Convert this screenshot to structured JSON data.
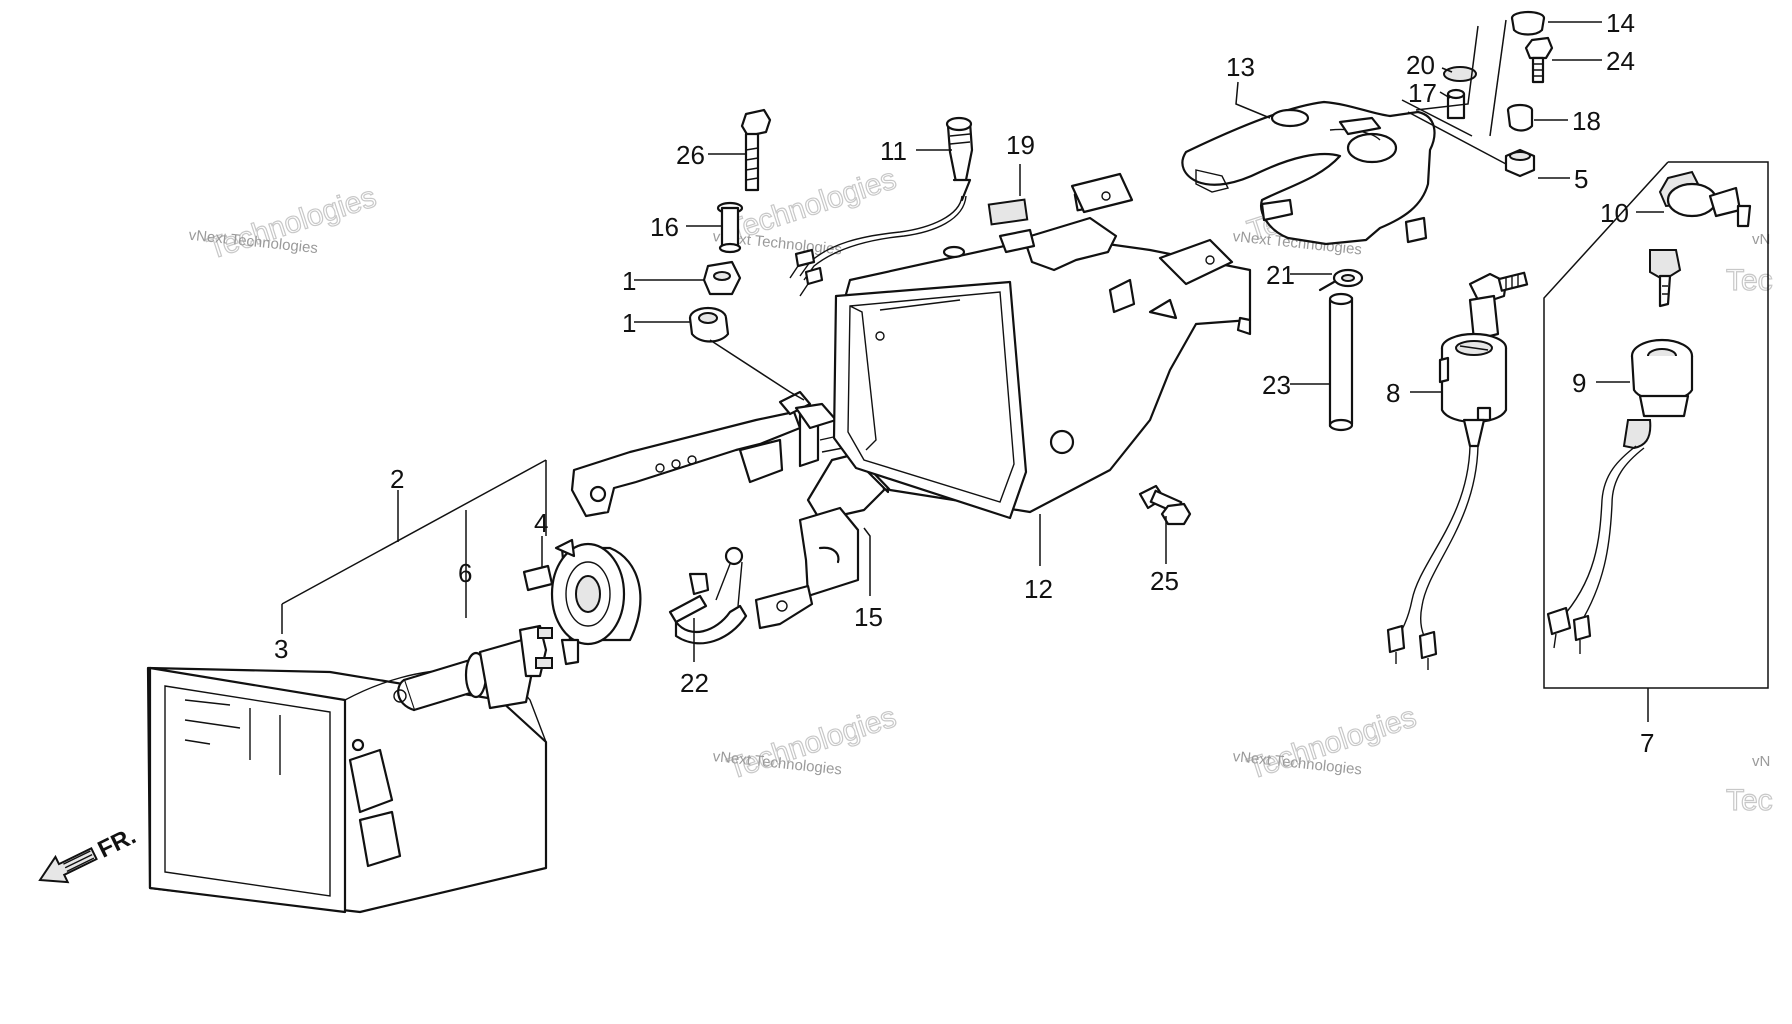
{
  "callouts": [
    "1",
    "1",
    "2",
    "3",
    "4",
    "5",
    "6",
    "7",
    "8",
    "9",
    "10",
    "11",
    "12",
    "13",
    "14",
    "15",
    "16",
    "17",
    "18",
    "19",
    "20",
    "21",
    "22",
    "23",
    "24",
    "25",
    "26"
  ],
  "direction_label": "FR.",
  "watermark": {
    "line1": "vNext Technologies",
    "line2": "Technologies",
    "partial_top": "vN",
    "partial_bottom": "Tec"
  }
}
